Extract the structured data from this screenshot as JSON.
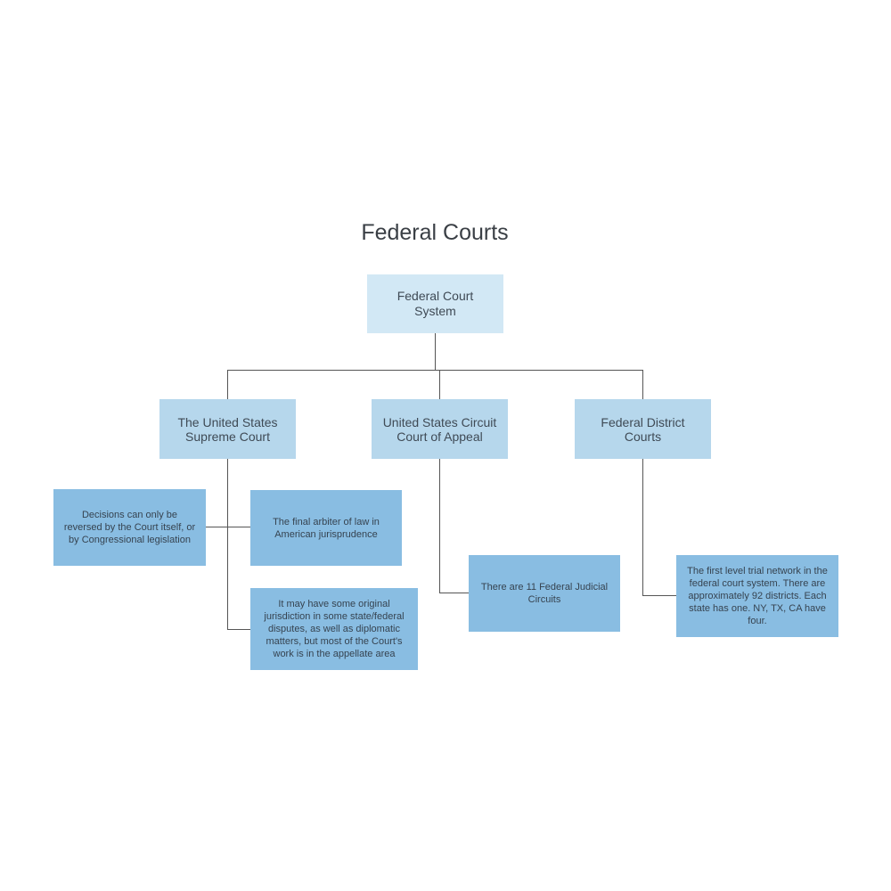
{
  "title": "Federal Courts",
  "colors": {
    "root": "#d2e8f5",
    "branch": "#b6d7ec",
    "note": "#89bde2",
    "line": "#555555"
  },
  "root": {
    "label": "Federal Court\nSystem"
  },
  "branches": {
    "supreme": {
      "label": "The United States\nSupreme Court"
    },
    "circuit": {
      "label": "United States Circuit\nCourt of Appeal"
    },
    "district": {
      "label": "Federal District\nCourts"
    }
  },
  "notes": {
    "decisions": "Decisions can only be\nreversed by the Court itself, or\nby Congressional legislation",
    "arbiter": "The final arbiter of law in\nAmerican jurisprudence",
    "original": "It may have some original\njurisdiction in some state/federal\ndisputes, as well as diplomatic\nmatters, but most of the Court's\nwork is in the appellate area",
    "circuits": "There are 11 Federal Judicial\nCircuits",
    "trial": "The first level trial network in the\nfederal court system.  There are\napproximately 92 districts.  Each\nstate has one.  NY, TX, CA have\nfour."
  }
}
